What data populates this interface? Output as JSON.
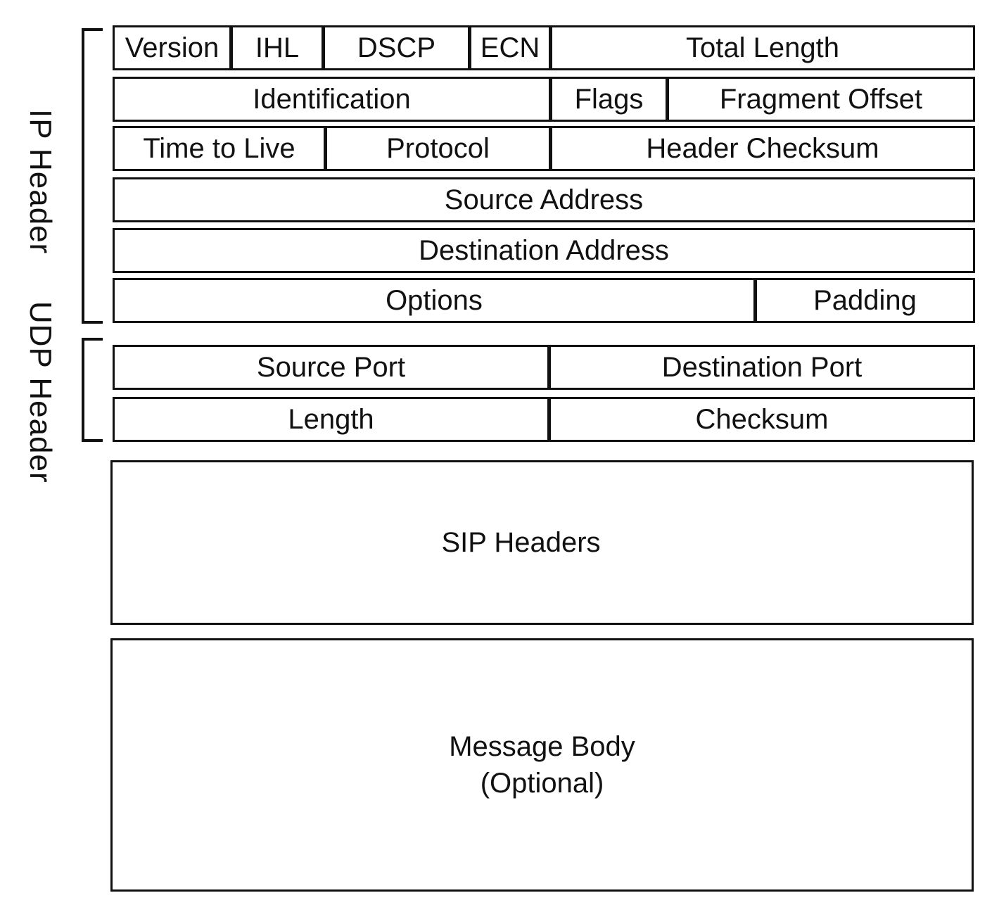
{
  "ip_header": {
    "label": "IP Header",
    "rows": [
      [
        "Version",
        "IHL",
        "DSCP",
        "ECN",
        "Total Length"
      ],
      [
        "Identification",
        "Flags",
        "Fragment Offset"
      ],
      [
        "Time to Live",
        "Protocol",
        "Header Checksum"
      ],
      [
        "Source Address"
      ],
      [
        "Destination Address"
      ],
      [
        "Options",
        "Padding"
      ]
    ]
  },
  "udp_header": {
    "label": "UDP Header",
    "rows": [
      [
        "Source Port",
        "Destination Port"
      ],
      [
        "Length",
        "Checksum"
      ]
    ]
  },
  "sip_headers": {
    "label": "SIP Headers"
  },
  "message_body": {
    "line1": "Message Body",
    "line2": "(Optional)"
  }
}
